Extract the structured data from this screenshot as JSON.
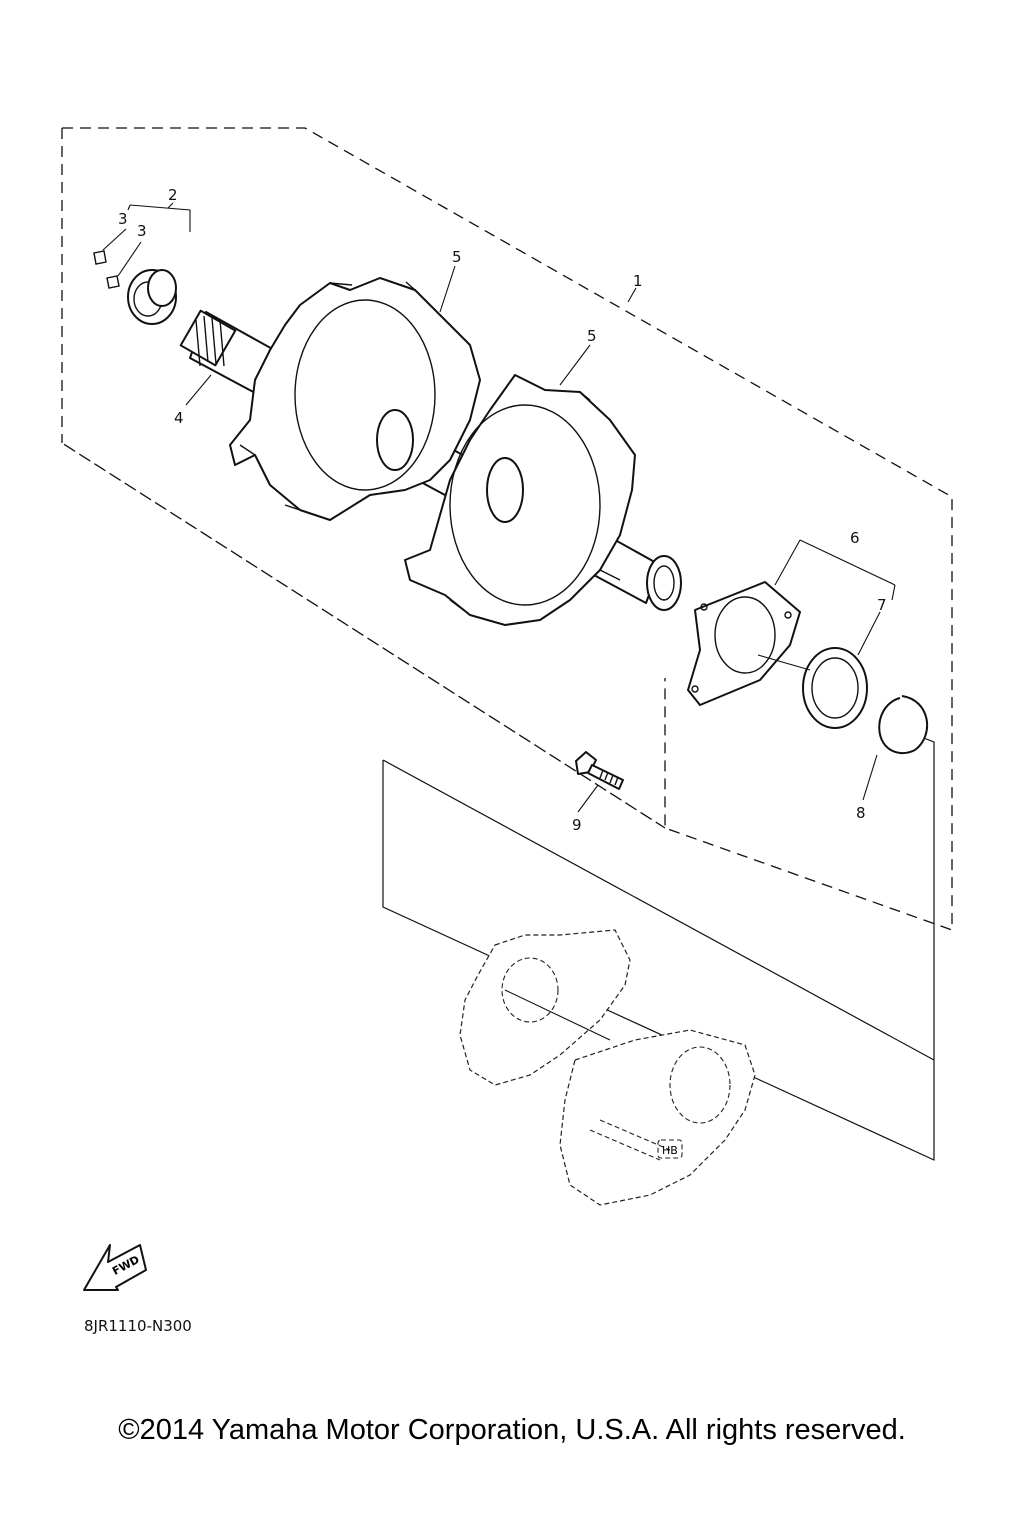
{
  "callouts": {
    "c1": "1",
    "c2": "2",
    "c3a": "3",
    "c3b": "3",
    "c4": "4",
    "c5a": "5",
    "c5b": "5",
    "c6": "6",
    "c7": "7",
    "c8": "8",
    "c9": "9"
  },
  "fwd_label": "FWD",
  "bearing_housing_mark": "HB",
  "diagram_code": "8JR1110-N300",
  "copyright": "©2014 Yamaha Motor Corporation, U.S.A. All rights reserved."
}
